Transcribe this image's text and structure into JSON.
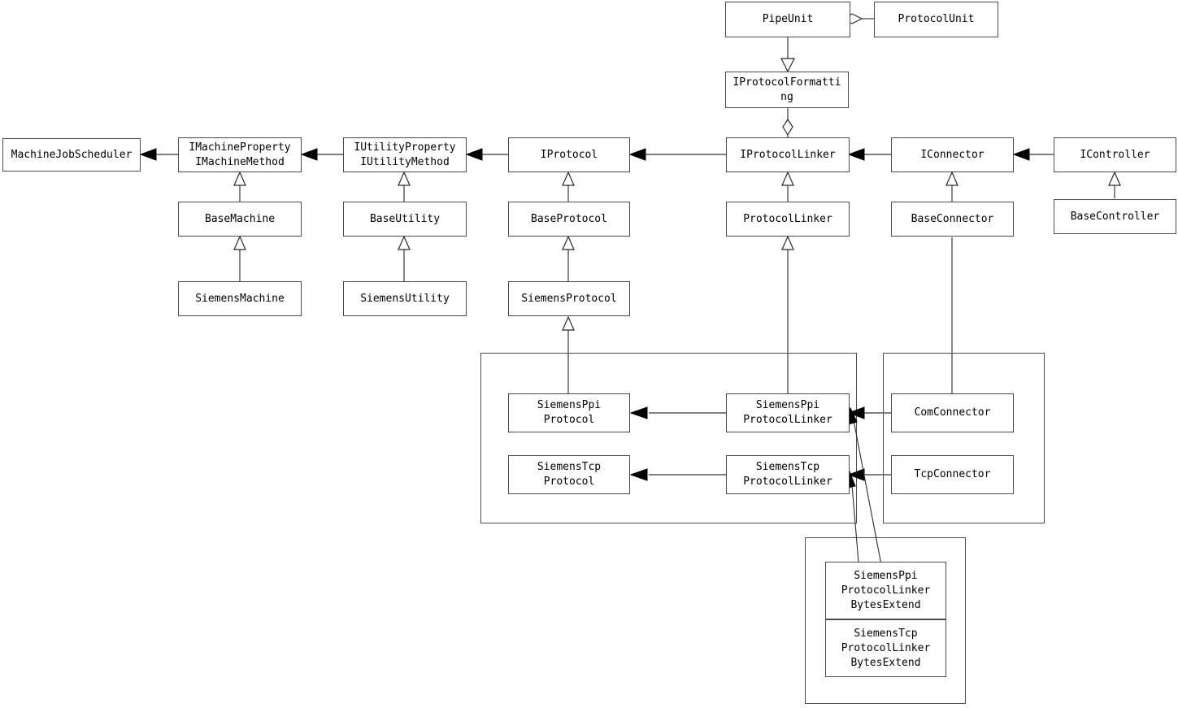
{
  "diagram": {
    "title": "Class hierarchy diagram",
    "type": "uml-class-diagram",
    "background_color": "#ffffff",
    "box_border_color": "#4a4a4a",
    "edge_color": "#555555",
    "text_color": "#000000"
  },
  "nodes": {
    "pipe_unit": "PipeUnit",
    "protocol_unit": "ProtocolUnit",
    "iprotocol_formatting": "IProtocolFormatti\nng",
    "machine_job_scheduler": "MachineJobScheduler",
    "imachine_property": "IMachineProperty\nIMachineMethod",
    "iutility_property": "IUtilityProperty\nIUtilityMethod",
    "iprotocol": "IProtocol",
    "iprotocol_linker": "IProtocolLinker",
    "iconnector": "IConnector",
    "icontroller": "IController",
    "base_machine": "BaseMachine",
    "base_utility": "BaseUtility",
    "base_protocol": "BaseProtocol",
    "protocol_linker": "ProtocolLinker",
    "base_connector": "BaseConnector",
    "base_controller": "BaseController",
    "siemens_machine": "SiemensMachine",
    "siemens_utility": "SiemensUtility",
    "siemens_protocol": "SiemensProtocol",
    "siemens_ppi_protocol": "SiemensPpi\nProtocol",
    "siemens_tcp_protocol": "SiemensTcp\nProtocol",
    "siemens_ppi_protocol_linker": "SiemensPpi\nProtocolLinker",
    "siemens_tcp_protocol_linker": "SiemensTcp\nProtocolLinker",
    "com_connector": "ComConnector",
    "tcp_connector": "TcpConnector",
    "siemens_ppi_protocol_linker_bytes_extend": "SiemensPpi\nProtocolLinker\nBytesExtend",
    "siemens_tcp_protocol_linker_bytes_extend": "SiemensTcp\nProtocolLinker\nBytesExtend"
  },
  "groups": {
    "protocol_group": "",
    "connector_group": "",
    "bytes_extend_group": ""
  },
  "relationships": [
    {
      "from": "ProtocolUnit",
      "to": "PipeUnit",
      "type": "aggregation"
    },
    {
      "from": "PipeUnit",
      "to": "IProtocolFormatting",
      "type": "realization"
    },
    {
      "from": "IProtocolFormatting",
      "to": "IProtocolLinker",
      "type": "aggregation"
    },
    {
      "from": "IMachineProperty/IMachineMethod",
      "to": "MachineJobScheduler",
      "type": "dependency"
    },
    {
      "from": "IUtilityProperty/IUtilityMethod",
      "to": "IMachineProperty/IMachineMethod",
      "type": "dependency"
    },
    {
      "from": "IProtocol",
      "to": "IUtilityProperty/IUtilityMethod",
      "type": "dependency"
    },
    {
      "from": "IProtocolLinker",
      "to": "IProtocol",
      "type": "dependency"
    },
    {
      "from": "IConnector",
      "to": "IProtocolLinker",
      "type": "dependency"
    },
    {
      "from": "IController",
      "to": "IConnector",
      "type": "dependency"
    },
    {
      "from": "BaseMachine",
      "to": "IMachineProperty/IMachineMethod",
      "type": "realization"
    },
    {
      "from": "BaseUtility",
      "to": "IUtilityProperty/IUtilityMethod",
      "type": "realization"
    },
    {
      "from": "BaseProtocol",
      "to": "IProtocol",
      "type": "realization"
    },
    {
      "from": "ProtocolLinker",
      "to": "IProtocolLinker",
      "type": "realization"
    },
    {
      "from": "BaseConnector",
      "to": "IConnector",
      "type": "realization"
    },
    {
      "from": "BaseController",
      "to": "IController",
      "type": "realization"
    },
    {
      "from": "SiemensMachine",
      "to": "BaseMachine",
      "type": "realization"
    },
    {
      "from": "SiemensUtility",
      "to": "BaseUtility",
      "type": "realization"
    },
    {
      "from": "SiemensProtocol",
      "to": "BaseProtocol",
      "type": "realization"
    },
    {
      "from": "SiemensPpiProtocol",
      "to": "SiemensProtocol",
      "type": "realization"
    },
    {
      "from": "SiemensPpiProtocolLinker",
      "to": "ProtocolLinker",
      "type": "realization"
    },
    {
      "from": "SiemensPpiProtocolLinker",
      "to": "SiemensPpiProtocol",
      "type": "dependency"
    },
    {
      "from": "SiemensTcpProtocolLinker",
      "to": "SiemensTcpProtocol",
      "type": "dependency"
    },
    {
      "from": "ComConnector",
      "to": "BaseConnector",
      "type": "realization"
    },
    {
      "from": "ComConnector",
      "to": "SiemensPpiProtocolLinker",
      "type": "dependency"
    },
    {
      "from": "TcpConnector",
      "to": "SiemensTcpProtocolLinker",
      "type": "dependency"
    },
    {
      "from": "SiemensPpiProtocolLinkerBytesExtend",
      "to": "SiemensPpiProtocolLinker",
      "type": "dependency"
    },
    {
      "from": "SiemensTcpProtocolLinkerBytesExtend",
      "to": "SiemensTcpProtocolLinker",
      "type": "dependency"
    }
  ]
}
